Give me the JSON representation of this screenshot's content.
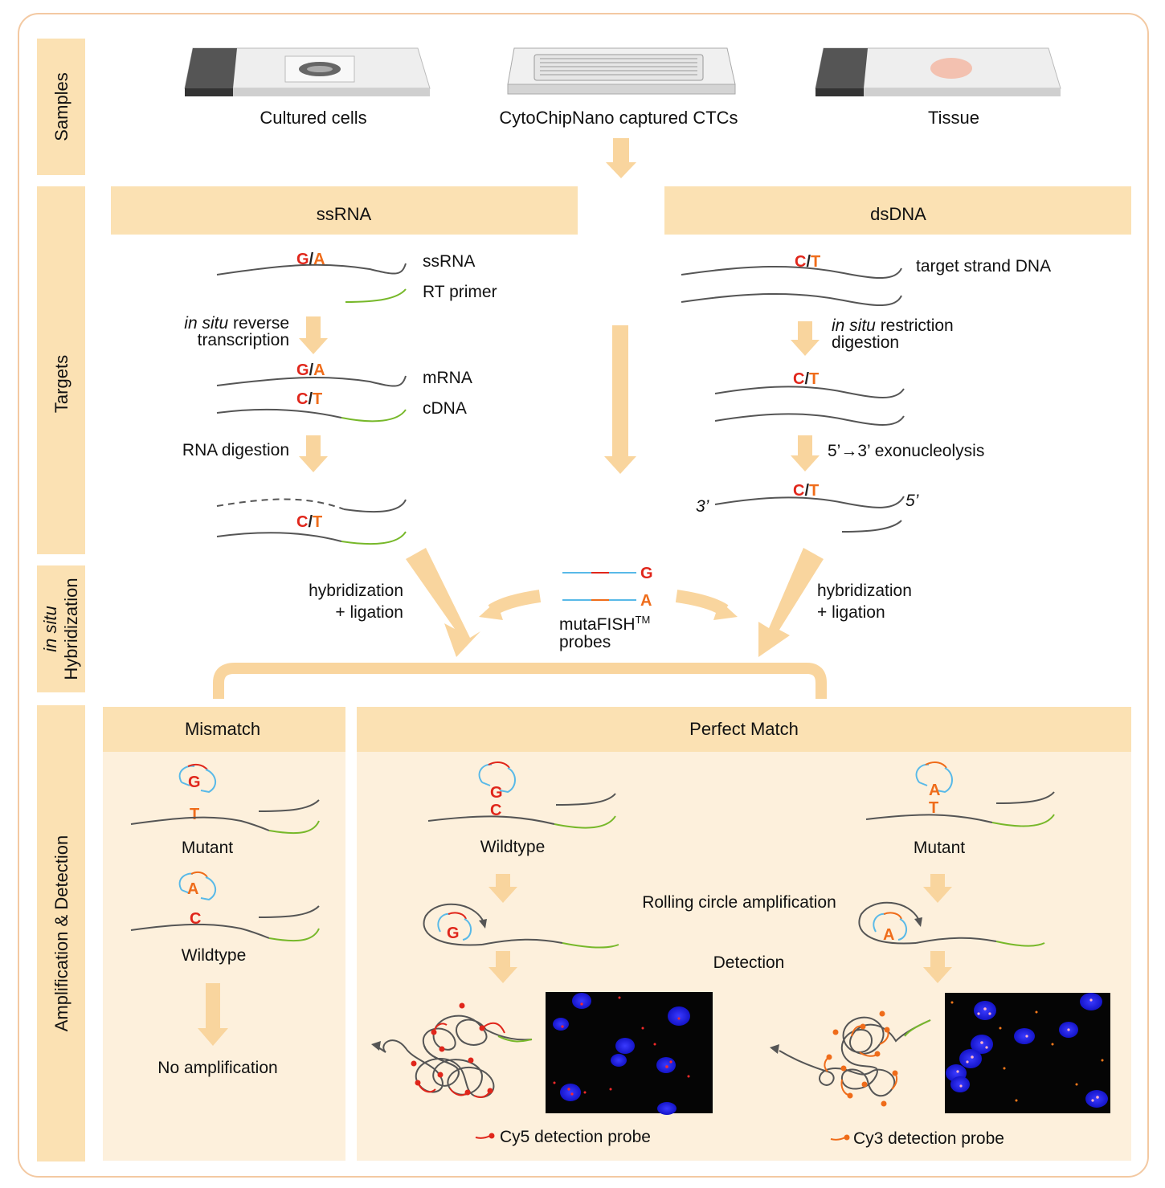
{
  "sections": {
    "samples": "Samples",
    "targets": "Targets",
    "hyb_italic": "in situ",
    "hyb": "Hybridization",
    "amp": "Amplification & Detection"
  },
  "samples": {
    "cultured": "Cultured cells",
    "cytochip": "CytoChipNano captured CTCs",
    "tissue": "Tissue"
  },
  "ssrna": {
    "header": "ssRNA",
    "ga_g": "G",
    "slash": "/",
    "ga_a": "A",
    "ct_c": "C",
    "ct_t": "T",
    "ssrna_label": "ssRNA",
    "rt_primer": "RT primer",
    "step1_italic": "in situ",
    "step1_rest": " reverse",
    "step1_line2": "transcription",
    "mrna": "mRNA",
    "cdna": "cDNA",
    "step2": "RNA digestion"
  },
  "dsdna": {
    "header": "dsDNA",
    "target": "target strand DNA",
    "step1_italic": "in situ",
    "step1_rest": " restriction",
    "step1_line2": "digestion",
    "step2": "5’→3’ exonucleolysis",
    "three": "3’",
    "five": "5’"
  },
  "hybridization": {
    "left1": "hybridization",
    "left2": "+ ligation",
    "right1": "hybridization",
    "right2": "+ ligation",
    "probe_g": "G",
    "probe_a": "A",
    "probes1": "mutaFISH",
    "tm": "TM",
    "probes2": "probes"
  },
  "mismatch": {
    "header": "Mismatch",
    "mutant": "Mutant",
    "wildtype": "Wildtype",
    "no_amp": "No amplification",
    "g": "G",
    "t": "T",
    "a": "A",
    "c": "C"
  },
  "perfect": {
    "header": "Perfect Match",
    "wildtype": "Wildtype",
    "mutant": "Mutant",
    "rca": "Rolling circle amplification",
    "detection": "Detection",
    "cy5": "Cy5 detection probe",
    "cy3": "Cy3 detection probe",
    "g": "G",
    "c": "C",
    "a": "A",
    "t": "T"
  },
  "colors": {
    "band": "#fbe1b3",
    "panel": "#fdf0dc",
    "arrow": "#f9d59e",
    "red": "#e0261b",
    "orange": "#ef6c1a",
    "green": "#77b82a",
    "blue": "#58b9e8",
    "strand": "#555555"
  }
}
